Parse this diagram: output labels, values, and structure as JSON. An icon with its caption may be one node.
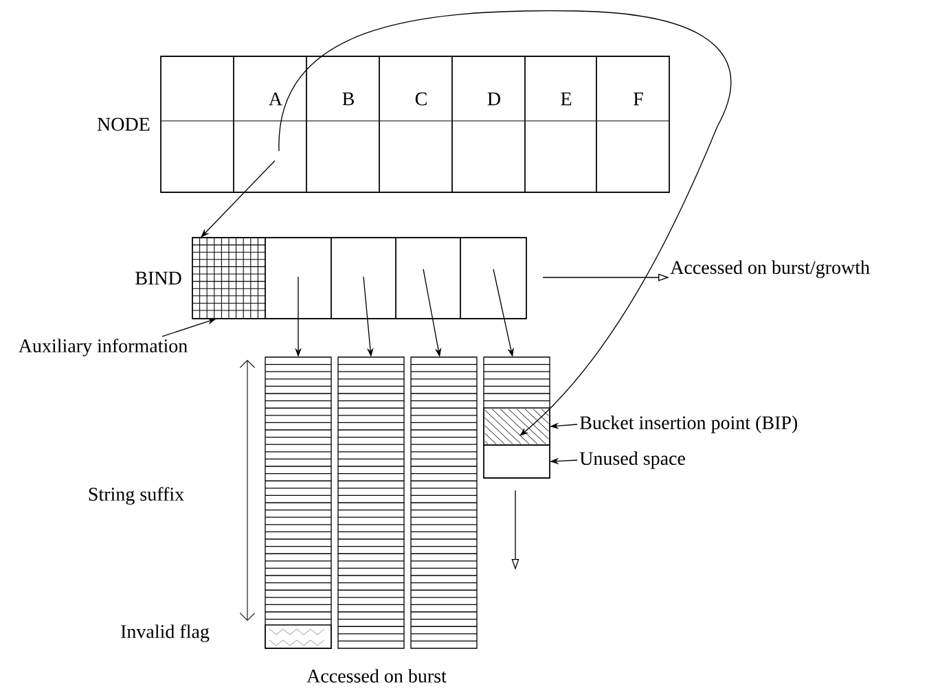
{
  "diagram": {
    "nodes": [
      {
        "text": [
          "NODE"
        ]
      },
      {
        "text": [],
        "shape": "box",
        "in": 0
      },
      {
        "text": [
          "A"
        ],
        "in": 0
      },
      {
        "text": [
          "B"
        ],
        "in": 0
      },
      {
        "text": [
          "C"
        ],
        "in": 0
      },
      {
        "text": [
          "D"
        ],
        "in": 0
      },
      {
        "text": [
          "E"
        ],
        "in": 0
      },
      {
        "text": [
          "F"
        ],
        "in": 0
      },
      {
        "text": [
          "BIND"
        ]
      },
      {
        "text": [],
        "shape": "box",
        "in": 8
      },
      {
        "text": [],
        "shape": "box",
        "in": 8
      },
      {
        "text": [],
        "shape": "box",
        "in": 8
      },
      {
        "text": [],
        "shape": "box",
        "in": 8
      },
      {
        "text": [],
        "shape": "box",
        "in": 8
      },
      {
        "text": [],
        "shape": "box"
      },
      {
        "text": [],
        "shape": "box"
      },
      {
        "text": [],
        "shape": "box"
      },
      {
        "text": [],
        "shape": "box"
      },
      {
        "text": [],
        "shape": "box",
        "in": 17
      },
      {
        "text": [],
        "shape": "box",
        "in": 17
      },
      {
        "text": [],
        "shape": "box",
        "in": 14
      },
      {
        "text": [
          "Auxiliary information"
        ]
      },
      {
        "text": [
          "Bucket insertion point (BIP)"
        ]
      },
      {
        "text": [
          "Unused space"
        ]
      }
    ],
    "edges": [
      {
        "from": 2,
        "to": 9,
        "arrow": "to"
      },
      {
        "from": 2,
        "to": 18,
        "arrow": "to"
      },
      {
        "from": 10,
        "to": 14,
        "arrow": "to"
      },
      {
        "from": 11,
        "to": 15,
        "arrow": "to"
      },
      {
        "from": 12,
        "to": 16,
        "arrow": "to"
      },
      {
        "from": 13,
        "to": 17,
        "arrow": "to"
      },
      {
        "from": 21,
        "to": 9,
        "arrow": "to"
      },
      {
        "from": 22,
        "to": 18,
        "arrow": "to"
      },
      {
        "from": 23,
        "to": 19,
        "arrow": "to"
      }
    ],
    "labels": [
      "Accessed on burst/growth",
      "String suffix",
      "Invalid flag",
      "Accessed on burst"
    ]
  }
}
